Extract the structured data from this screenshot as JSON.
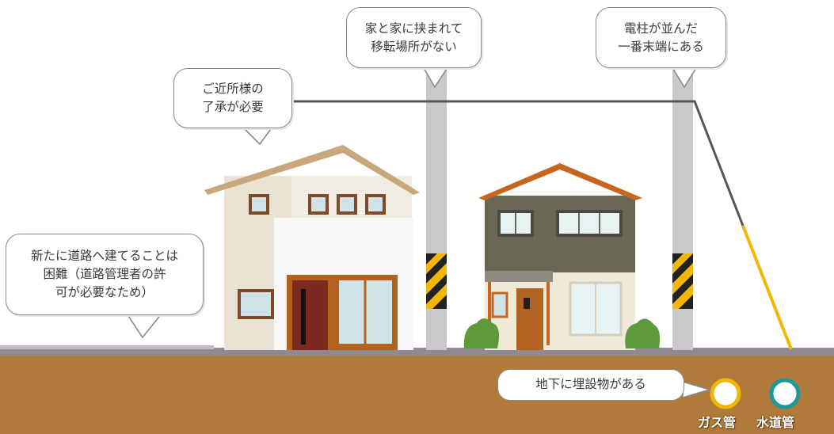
{
  "callouts": {
    "road_difficult": {
      "lines": [
        "新たに道路へ建てることは",
        "困難（道路管理者の許",
        "可が必要なため）"
      ]
    },
    "neighbor_consent": {
      "lines": [
        "ご近所様の",
        "了承が必要"
      ]
    },
    "no_relocation_space": {
      "lines": [
        "家と家に挟まれて",
        "移転場所がない"
      ]
    },
    "end_of_poles": {
      "lines": [
        "電柱が並んだ",
        "一番末端にある"
      ]
    },
    "underground": {
      "text": "地下に埋設物がある"
    }
  },
  "pipes": {
    "gas": {
      "label": "ガス管",
      "color": "#f2b705"
    },
    "water": {
      "label": "水道管",
      "color": "#1a9a9a"
    }
  },
  "colors": {
    "soil": "#b07a3b",
    "road": "#8f8a91",
    "pole": "#c9c9c9",
    "warning_yellow": "#f2b705",
    "roof_left": "#c8a77c",
    "roof_right": "#c8661f",
    "house_right_wall": "#6b6755"
  }
}
